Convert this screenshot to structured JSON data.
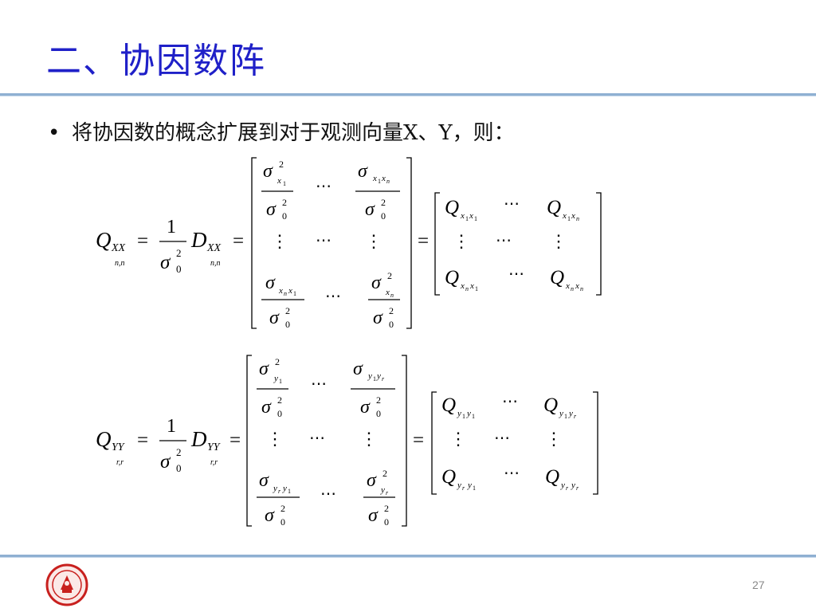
{
  "title": "二、协因数阵",
  "bullet": {
    "marker": "•",
    "text": "将协因数的概念扩展到对于观测向量X、Y，则："
  },
  "equations": {
    "xx": {
      "lhs_symbol": "Q",
      "lhs_subscript": "XX",
      "lhs_dims": "n,n",
      "frac_num": "1",
      "sigma": "σ",
      "zero": "0",
      "sq": "2",
      "d_symbol": "D",
      "d_subscript": "XX",
      "d_dims": "n,n",
      "equals": "=",
      "dots_h": "⋯",
      "dots_v": "⋮",
      "entry_x1": "x",
      "entry_1": "1",
      "entry_n": "n",
      "q_symbol": "Q"
    },
    "yy": {
      "lhs_symbol": "Q",
      "lhs_subscript": "YY",
      "lhs_dims": "r,r",
      "frac_num": "1",
      "sigma": "σ",
      "zero": "0",
      "sq": "2",
      "d_symbol": "D",
      "d_subscript": "YY",
      "d_dims": "r,r",
      "equals": "=",
      "dots_h": "⋯",
      "dots_v": "⋮",
      "entry_y": "y",
      "entry_1": "1",
      "entry_r": "r",
      "q_symbol": "Q"
    }
  },
  "logo": {
    "icon": "university-seal-icon",
    "color": "#c8201e"
  },
  "page_number": "27",
  "colors": {
    "title": "#1f20c8",
    "rule": "#8fb0d2"
  }
}
